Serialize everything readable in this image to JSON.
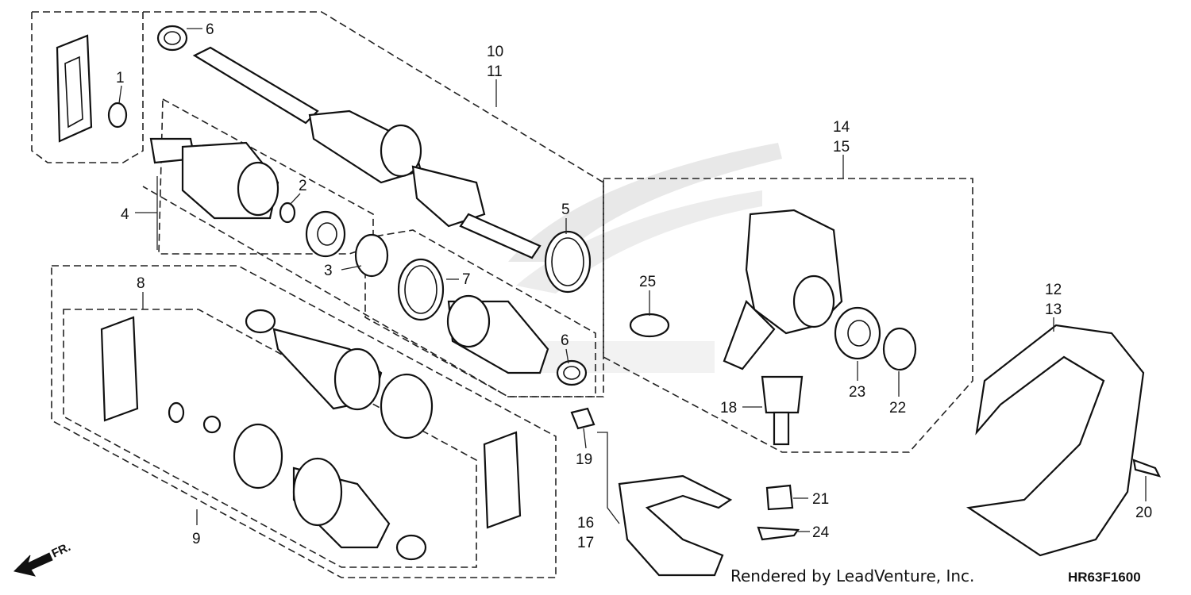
{
  "diagram": {
    "callouts": [
      {
        "id": "c1",
        "text": "1"
      },
      {
        "id": "c2",
        "text": "2"
      },
      {
        "id": "c3",
        "text": "3"
      },
      {
        "id": "c4",
        "text": "4"
      },
      {
        "id": "c5",
        "text": "5"
      },
      {
        "id": "c6a",
        "text": "6"
      },
      {
        "id": "c6b",
        "text": "6"
      },
      {
        "id": "c7",
        "text": "7"
      },
      {
        "id": "c8",
        "text": "8"
      },
      {
        "id": "c9",
        "text": "9"
      },
      {
        "id": "c10",
        "text": "10"
      },
      {
        "id": "c11",
        "text": "11"
      },
      {
        "id": "c12",
        "text": "12"
      },
      {
        "id": "c13",
        "text": "13"
      },
      {
        "id": "c14",
        "text": "14"
      },
      {
        "id": "c15",
        "text": "15"
      },
      {
        "id": "c16",
        "text": "16"
      },
      {
        "id": "c17",
        "text": "17"
      },
      {
        "id": "c18",
        "text": "18"
      },
      {
        "id": "c19",
        "text": "19"
      },
      {
        "id": "c20",
        "text": "20"
      },
      {
        "id": "c21",
        "text": "21"
      },
      {
        "id": "c22",
        "text": "22"
      },
      {
        "id": "c23",
        "text": "23"
      },
      {
        "id": "c24",
        "text": "24"
      },
      {
        "id": "c25",
        "text": "25"
      }
    ],
    "direction_label": "FR.",
    "credit": "Rendered by LeadVenture, Inc.",
    "diagram_code": "HR63F1600",
    "colors": {
      "ink": "#111111",
      "background": "#ffffff",
      "watermark": "#d9d9d9"
    }
  }
}
